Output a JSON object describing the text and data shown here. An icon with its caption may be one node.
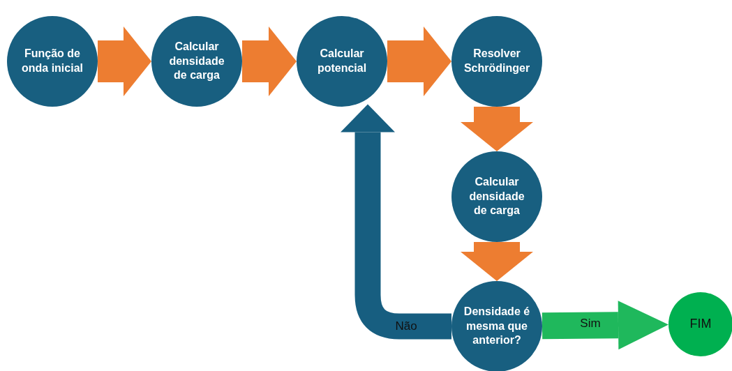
{
  "diagram": {
    "nodes": [
      {
        "text": [
          "Função de onda inicial"
        ]
      },
      {
        "text": [
          "Calcular densidade de carga"
        ]
      },
      {
        "text": [
          "Calcular potencial"
        ]
      },
      {
        "text": [
          "Resolver Schrödinger"
        ]
      },
      {
        "text": [
          "Calcular densidade de carga"
        ]
      },
      {
        "text": [
          "Densidade é mesma que anterior?"
        ]
      },
      {
        "text": [
          "FIM"
        ]
      }
    ],
    "edges": [
      {
        "from": 0,
        "to": 1,
        "arrow": "to"
      },
      {
        "from": 1,
        "to": 2,
        "arrow": "to"
      },
      {
        "from": 2,
        "to": 3,
        "arrow": "to"
      },
      {
        "from": 3,
        "to": 4,
        "arrow": "to"
      },
      {
        "from": 4,
        "to": 5,
        "arrow": "to"
      },
      {
        "from": 5,
        "to": 2,
        "arrow": "to",
        "color": "#175e80",
        "label": "Não"
      },
      {
        "from": 5,
        "to": 6,
        "arrow": "to",
        "color": "#1fb85c",
        "label": "Sim"
      }
    ]
  }
}
